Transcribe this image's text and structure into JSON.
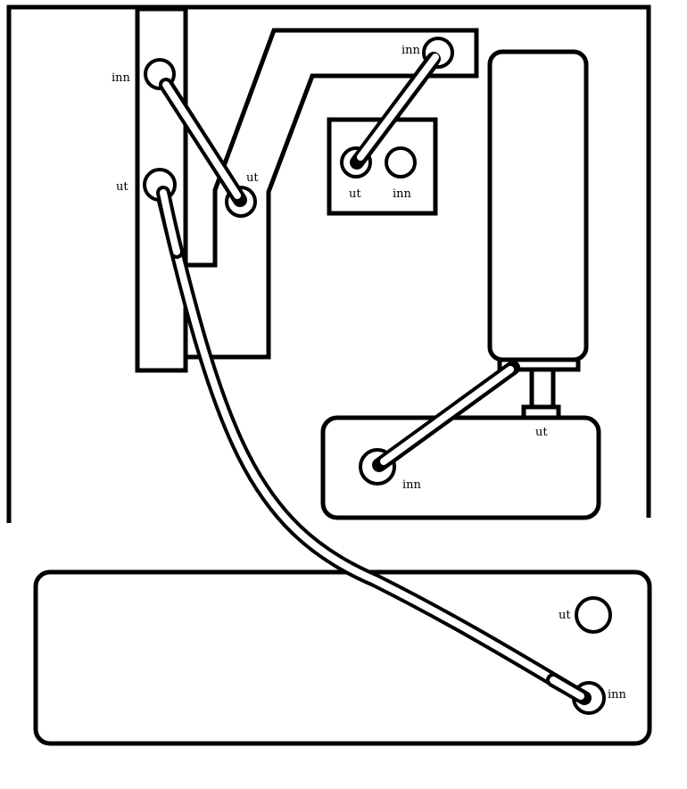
{
  "labels": {
    "manifold_inn": "inn",
    "manifold_ut": "ut",
    "bracket_ut": "ut",
    "top_inn": "inn",
    "box_ut": "ut",
    "box_inn": "inn",
    "pump_ut": "ut",
    "filter_inn": "inn",
    "tank_ut": "ut",
    "tank_inn": "inn"
  }
}
